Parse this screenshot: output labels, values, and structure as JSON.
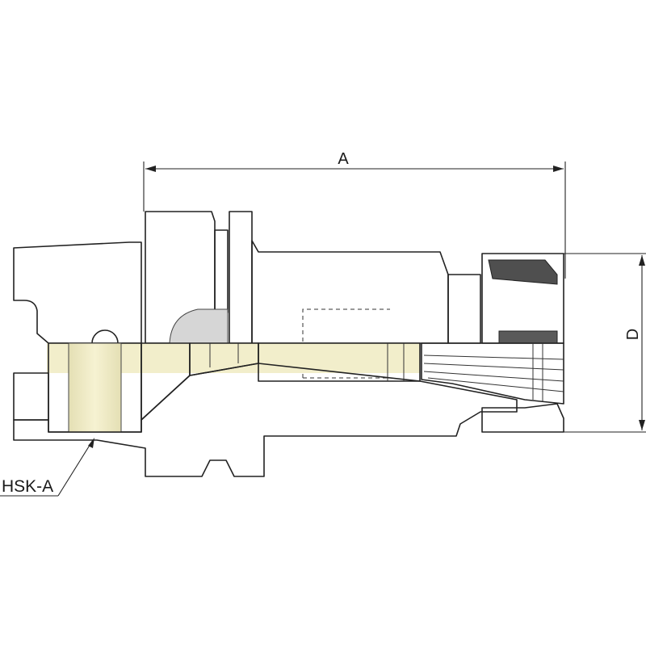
{
  "dimensions": {
    "length_label": "A",
    "diameter_label": "D"
  },
  "callout": {
    "label": "HSK-A"
  },
  "colors": {
    "section_fill": "#6d92c4",
    "bore_fill": "#f2eecb",
    "body_fill": "#f4f4f4",
    "nut_fill": "#808080",
    "collet_fill": "#8a8a8a",
    "hatch": "#2a3a55"
  }
}
